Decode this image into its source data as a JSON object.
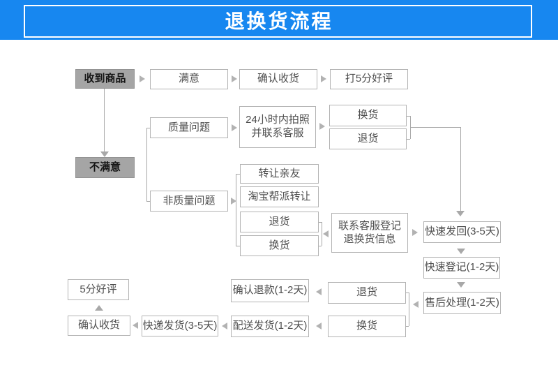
{
  "header": {
    "title": "退换货流程"
  },
  "colors": {
    "banner_blue": "#1787f0",
    "banner_frame": "#ffffff",
    "gray_node_fill": "#a5a5a5",
    "box_border": "#b3b3b3",
    "box_text": "#4e4e4e",
    "connector_gray": "#a8a8a8"
  },
  "nodes": {
    "receive": {
      "label": "收到商品"
    },
    "satisfied": {
      "label": "满意"
    },
    "confirm_receipt_top": {
      "label": "确认收货"
    },
    "rate_5_top": {
      "label": "打5分好评"
    },
    "quality_issue": {
      "label": "质量问题"
    },
    "photo_24h": {
      "label": "24小时内拍照\n并联系客服"
    },
    "exchange_top": {
      "label": "换货"
    },
    "return_top": {
      "label": "退货"
    },
    "unsatisfied": {
      "label": "不满意"
    },
    "non_quality_issue": {
      "label": "非质量问题"
    },
    "transfer_friends": {
      "label": "转让亲友"
    },
    "taobao_group_transfer": {
      "label": "淘宝帮派转让"
    },
    "return_mid": {
      "label": "退货"
    },
    "exchange_mid": {
      "label": "换货"
    },
    "contact_cs": {
      "label": "联系客服登记\n退换货信息"
    },
    "fast_send_back": {
      "label": "快速发回(3-5天)"
    },
    "fast_register": {
      "label": "快速登记(1-2天)"
    },
    "after_sale": {
      "label": "售后处理(1-2天)"
    },
    "return_bottom": {
      "label": "退货"
    },
    "exchange_bottom": {
      "label": "换货"
    },
    "confirm_refund": {
      "label": "确认退款(1-2天)"
    },
    "dispatch": {
      "label": "配送发货(1-2天)"
    },
    "express": {
      "label": "快递发货(3-5天)"
    },
    "confirm_receipt_bottom": {
      "label": "确认收货"
    },
    "rate_5_bottom": {
      "label": "5分好评"
    }
  }
}
